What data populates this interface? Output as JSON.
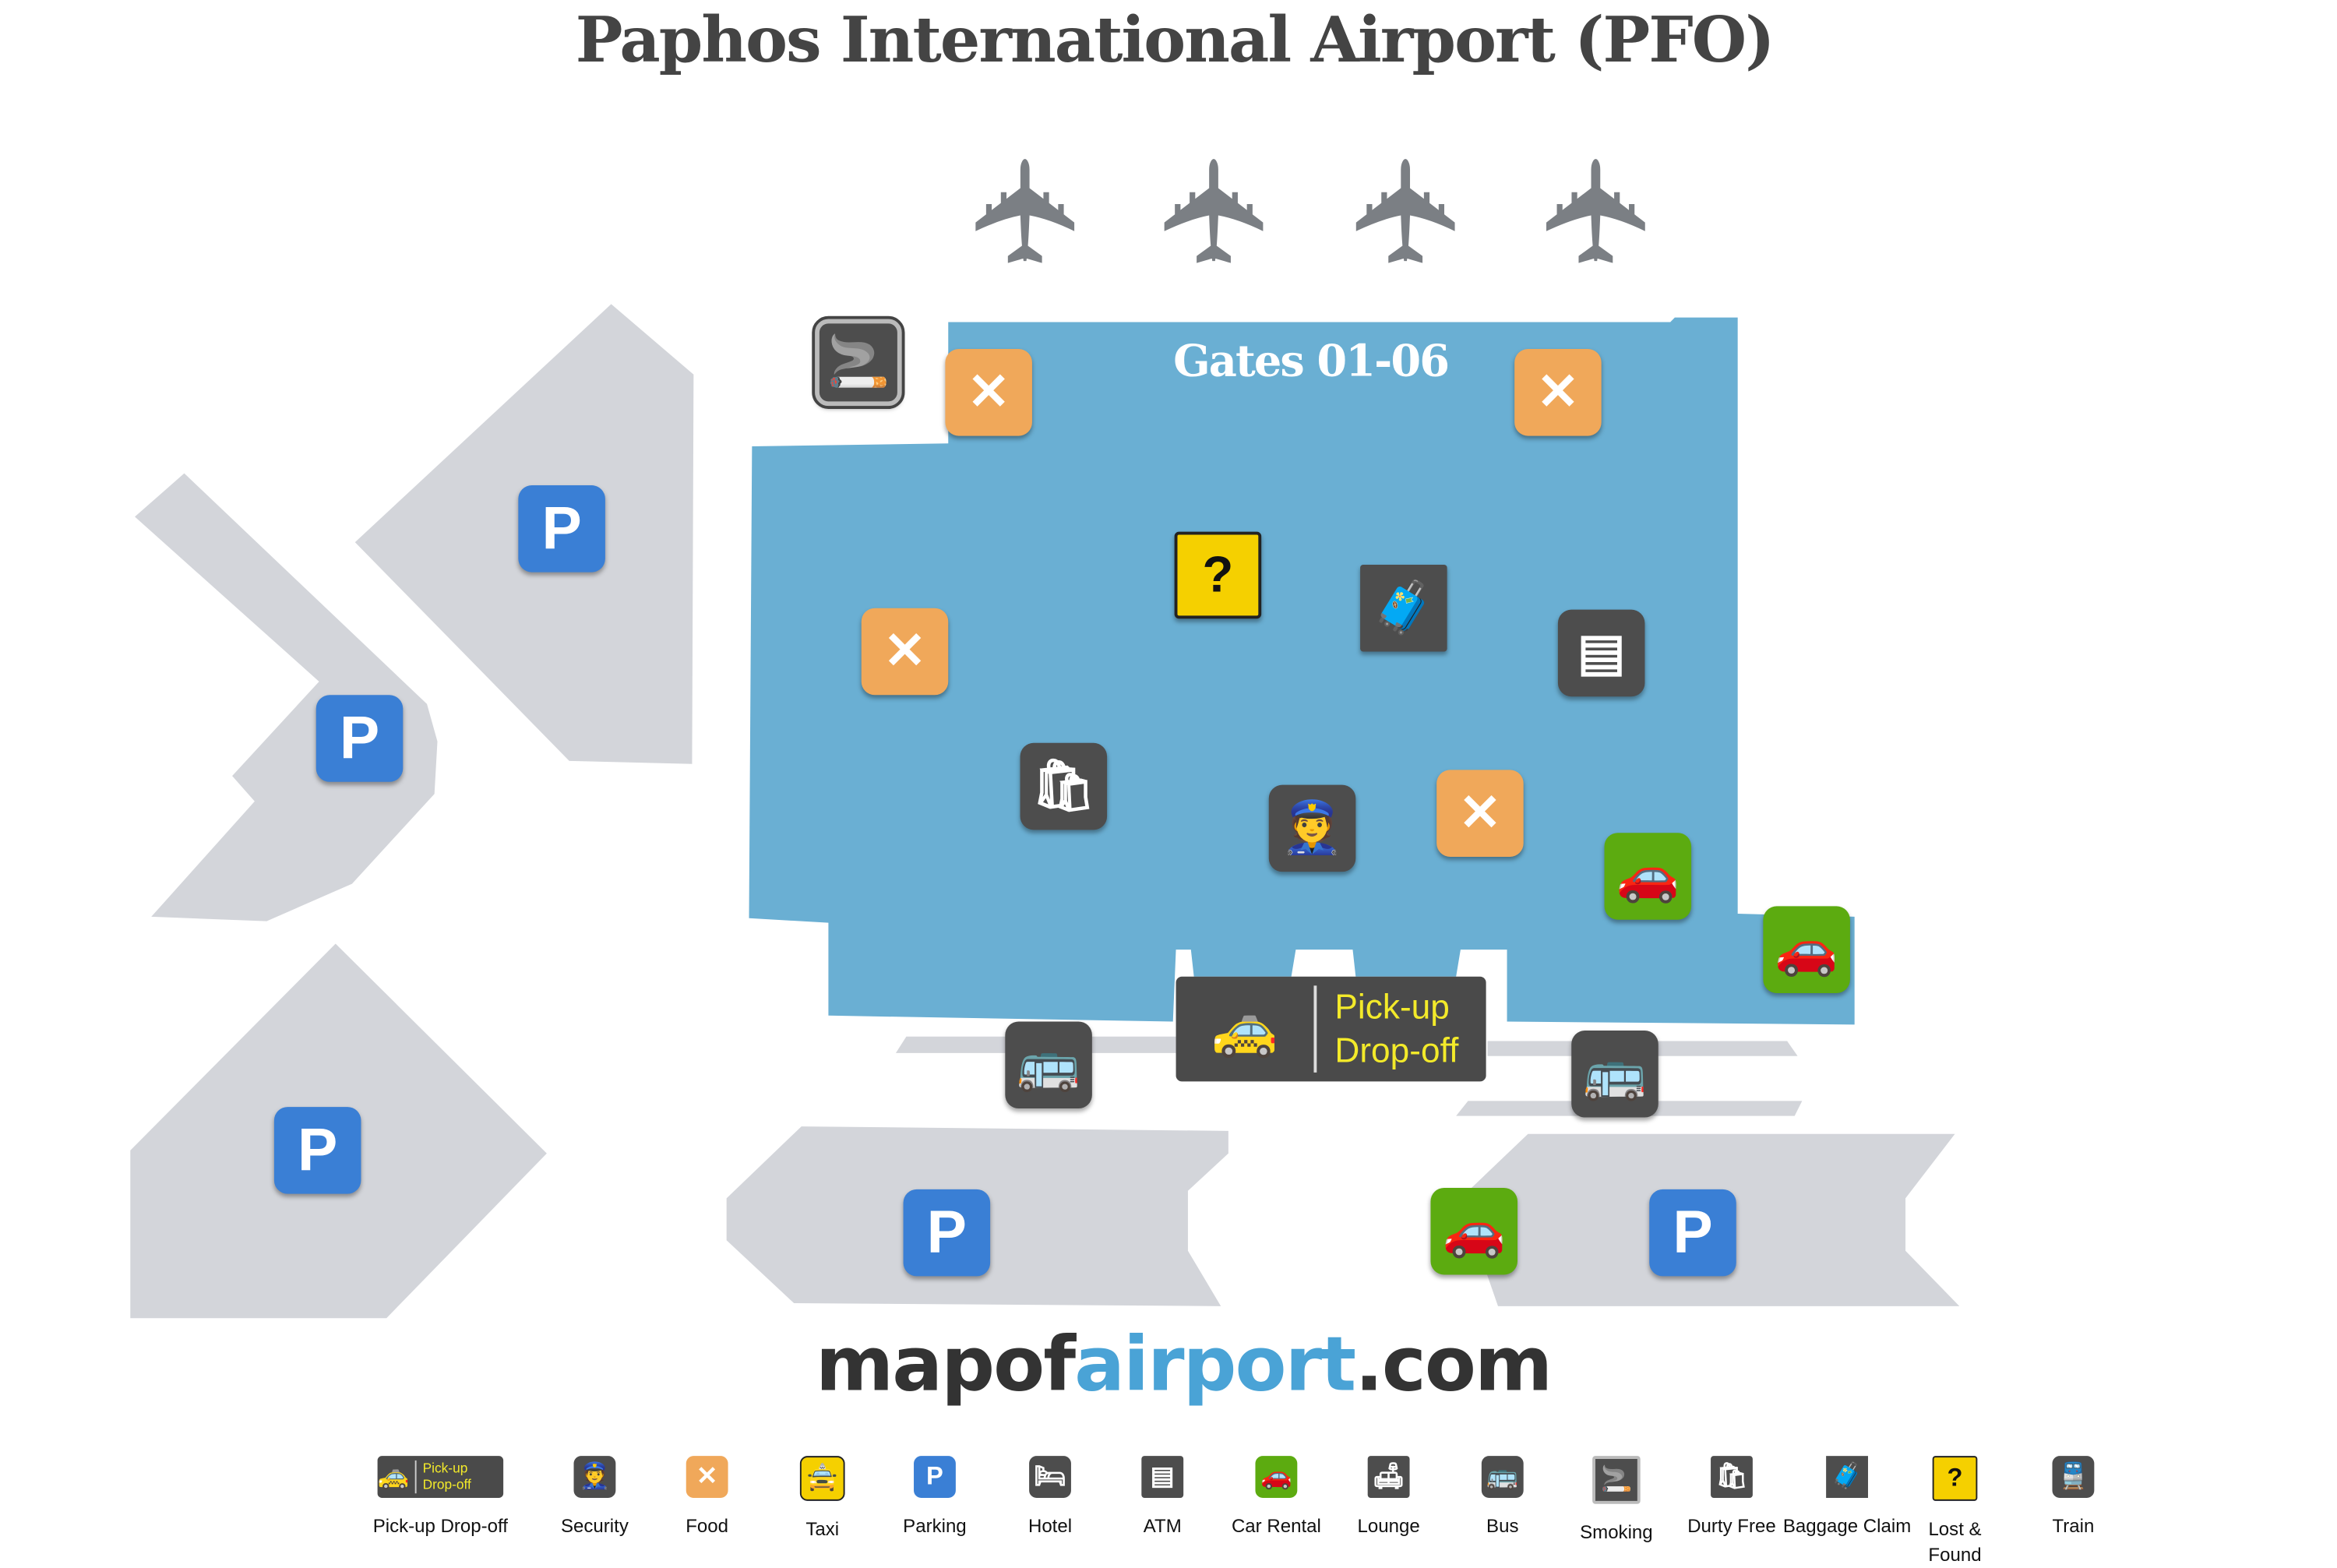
{
  "title": "Paphos International Airport (PFO)",
  "terminal": {
    "label": "Gates 01-06"
  },
  "pickup_sign": {
    "line1": "Pick-up",
    "line2": "Drop-off"
  },
  "brand": {
    "part1": "mapof",
    "part2": "airport",
    "part3": ".com"
  },
  "colors": {
    "terminal": "#6aafd3",
    "lots": "#d3d5da",
    "parking": "#3a7fd5",
    "food": "#f0a85a",
    "car_rental": "#5cab10",
    "lost_found": "#f5d000",
    "dark_icon": "#4d4d4d",
    "brand_accent": "#4aa3d6"
  },
  "map_icons": {
    "parking": "P"
  },
  "legend": [
    {
      "label": "Pick-up Drop-off",
      "icon": "pickup-dropoff-icon",
      "sign1": "Pick-up",
      "sign2": "Drop-off"
    },
    {
      "label": "Security",
      "icon": "security-icon"
    },
    {
      "label": "Food",
      "icon": "food-icon"
    },
    {
      "label": "Taxi",
      "icon": "taxi-icon"
    },
    {
      "label": "Parking",
      "icon": "parking-icon",
      "glyph": "P"
    },
    {
      "label": "Hotel",
      "icon": "hotel-icon"
    },
    {
      "label": "ATM",
      "icon": "atm-icon"
    },
    {
      "label": "Car Rental",
      "icon": "car-rental-icon"
    },
    {
      "label": "Lounge",
      "icon": "lounge-icon"
    },
    {
      "label": "Bus",
      "icon": "bus-icon"
    },
    {
      "label": "Smoking",
      "icon": "smoking-icon"
    },
    {
      "label": "Durty Free",
      "icon": "duty-free-icon"
    },
    {
      "label": "Baggage Claim",
      "icon": "baggage-claim-icon"
    },
    {
      "label": "Lost & Found",
      "icon": "lost-found-icon"
    },
    {
      "label": "Train",
      "icon": "train-icon"
    }
  ]
}
